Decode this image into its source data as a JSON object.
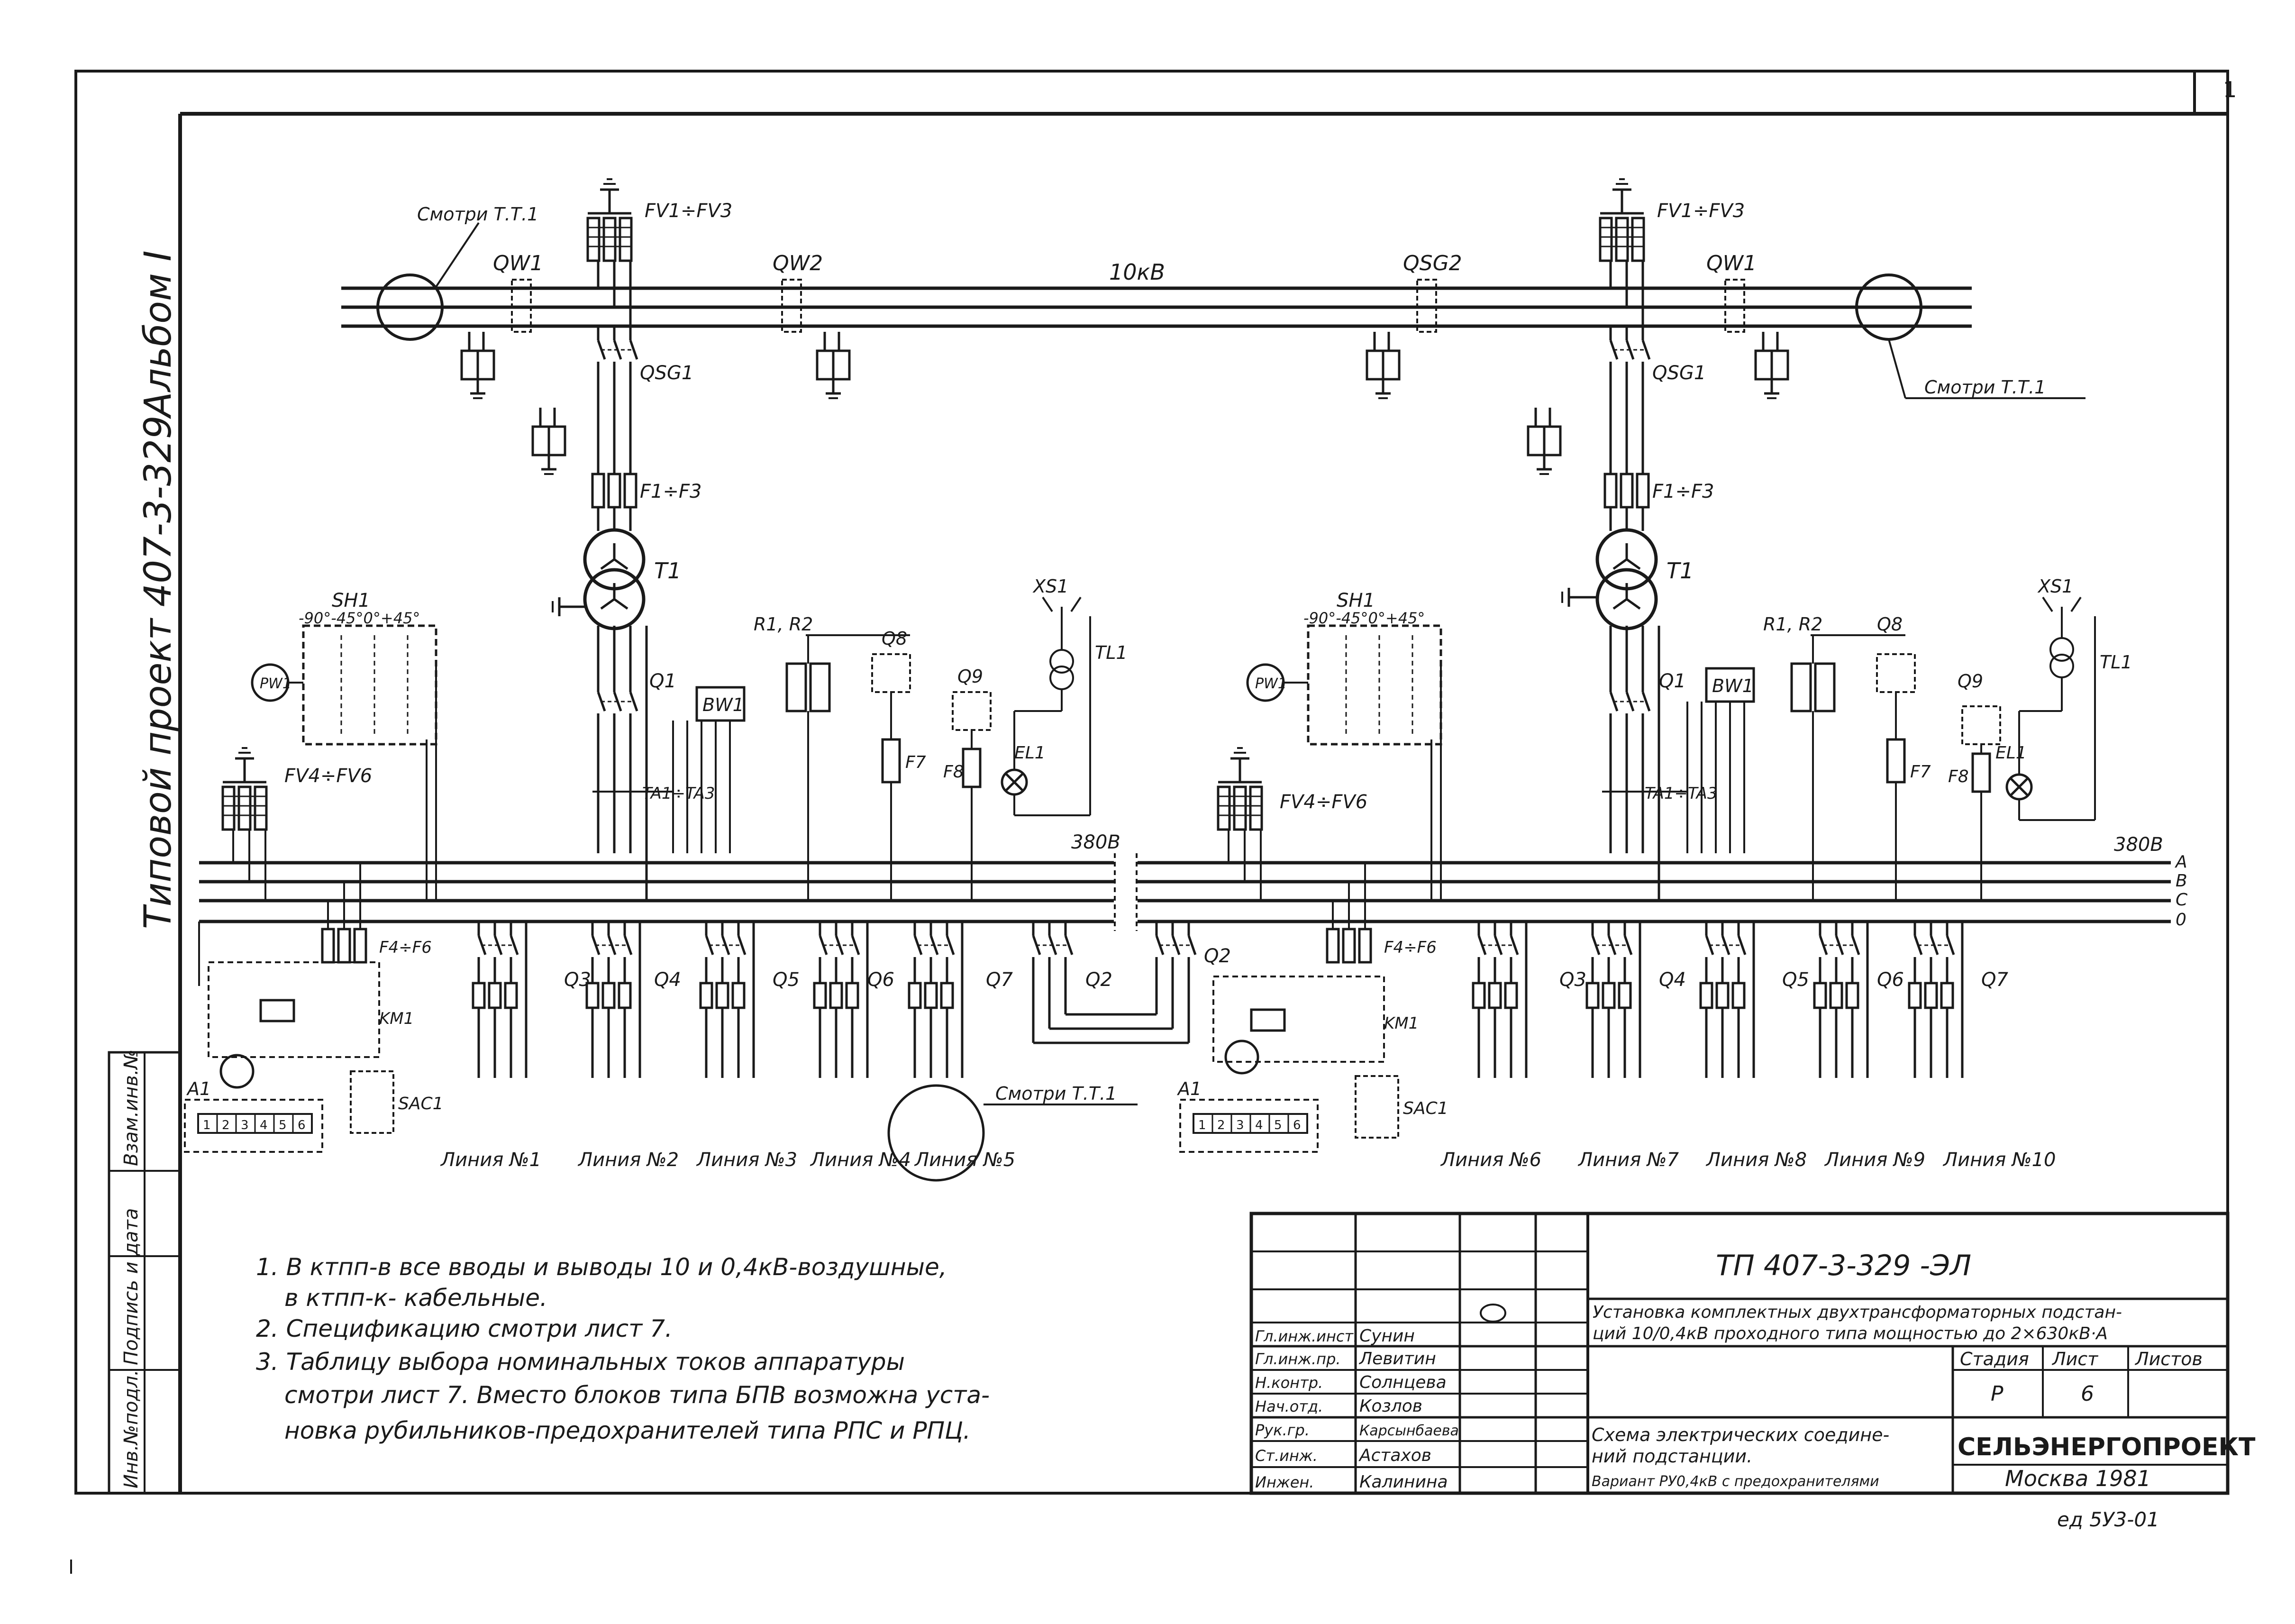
{
  "album": "Альбом I",
  "project": "Типовой проект 407-3-329",
  "sheet_corner": "1",
  "labels": {
    "bus_10kv": "10кВ",
    "bus_380v": "380В",
    "bus_380v_right": "380В",
    "phases": [
      "A",
      "B",
      "C",
      "0"
    ],
    "see_tt1": "Смотри Т.Т.1",
    "left": {
      "qw1": "QW1",
      "qw2": "QW2",
      "fv13": "FV1÷FV3",
      "qsg1": "QSG1",
      "f13": "F1÷F3",
      "t1": "T1",
      "sh1": "SH1",
      "angles": "-90°-45°0°+45°",
      "pw1": "PW1",
      "q1": "Q1",
      "bw1": "BW1",
      "ta": "TA1÷TA3",
      "r12": "R1, R2",
      "q8": "Q8",
      "q9": "Q9",
      "xs1": "XS1",
      "tl1": "TL1",
      "f7": "F7",
      "f8": "F8",
      "el1": "EL1",
      "fv46": "FV4÷FV6",
      "f46": "F4÷F6",
      "km1": "KM1",
      "a1": "A1",
      "sac1": "SAC1"
    },
    "right": {
      "qsg2": "QSG2",
      "qw1": "QW1",
      "fv13": "FV1÷FV3",
      "qsg1": "QSG1",
      "f13": "F1÷F3",
      "t1": "T1",
      "sh1": "SH1",
      "angles": "-90°-45°0°+45°",
      "pw1": "PW1",
      "q1": "Q1",
      "bw1": "BW1",
      "ta": "TA1÷TA3",
      "r12": "R1, R2",
      "q8": "Q8",
      "q9": "Q9",
      "xs1": "XS1",
      "tl1": "TL1",
      "f7": "F7",
      "f8": "F8",
      "el1": "EL1",
      "fv46": "FV4÷FV6",
      "f46": "F4÷F6",
      "km1": "KM1",
      "a1": "A1",
      "sac1": "SAC1"
    },
    "switches_left": [
      "Q3",
      "Q4",
      "Q5",
      "Q6",
      "Q7",
      "Q2"
    ],
    "switches_right": [
      "Q2",
      "Q3",
      "Q4",
      "Q5",
      "Q6",
      "Q7"
    ],
    "a1_pins": [
      "1",
      "2",
      "3",
      "4",
      "5",
      "6"
    ],
    "lines_left": [
      "Линия №1",
      "Линия №2",
      "Линия №3",
      "Линия №4",
      "Линия №5"
    ],
    "lines_right": [
      "Линия №6",
      "Линия №7",
      "Линия №8",
      "Линия №9",
      "Линия №10"
    ]
  },
  "notes": [
    "1. В ктпп-в все вводы и выводы 10 и 0,4кВ-воздушные,",
    "в ктпп-к- кабельные.",
    "2. Спецификацию смотри лист 7.",
    "3. Таблицу выбора номинальных токов аппаратуры",
    "смотри лист 7. Вместо блоков типа БПВ возможна уста-",
    "новка рубильников-предохранителей типа РПС и РПЦ."
  ],
  "side_stamp": [
    "Инв.№подл.",
    "Подпись и дата",
    "Взам.инв.№"
  ],
  "title_block": {
    "code": "ТП 407-3-329 -ЭЛ",
    "title": [
      "Установка комплектных двухтрансформаторных подстан-",
      "ций 10/0,4кВ проходного типа мощностью до 2×630кВ·А"
    ],
    "signers": [
      {
        "role": "Гл.инж.инст.",
        "name": "Сунин"
      },
      {
        "role": "Гл.инж.пр.",
        "name": "Левитин"
      },
      {
        "role": "Н.контр.",
        "name": "Солнцева"
      },
      {
        "role": "Нач.отд.",
        "name": "Козлов"
      },
      {
        "role": "Рук.гр.",
        "name": "Карсынбаева"
      },
      {
        "role": "Ст.инж.",
        "name": "Астахов"
      },
      {
        "role": "Инжен.",
        "name": "Калинина"
      }
    ],
    "stage_header": "Стадия",
    "sheet_header": "Лист",
    "sheets_header": "Листов",
    "stage": "Р",
    "sheet": "6",
    "sheets": "",
    "drawing_name": [
      "Схема электрических соедине-",
      "ний подстанции.",
      "Вариант РУ0,4кВ с предохранителями"
    ],
    "org": "СЕЛЬЭНЕРГОПРОЕКТ",
    "city_year": "Москва 1981",
    "order": "ед 5У3-01"
  }
}
